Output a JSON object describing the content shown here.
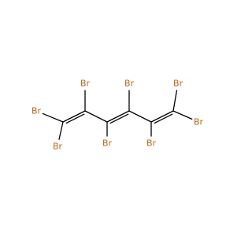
{
  "molecule": {
    "atom_color": "#b5651d",
    "bond_color": "#000000",
    "carbons": [
      "C1",
      "C2",
      "C3",
      "C4",
      "C5",
      "C6"
    ],
    "atoms": [
      {
        "id": "br1a",
        "element": "Br",
        "label": "Br"
      },
      {
        "id": "br1b",
        "element": "Br",
        "label": "Br"
      },
      {
        "id": "br2",
        "element": "Br",
        "label": "Br"
      },
      {
        "id": "br3",
        "element": "Br",
        "label": "Br"
      },
      {
        "id": "br4",
        "element": "Br",
        "label": "Br"
      },
      {
        "id": "br5",
        "element": "Br",
        "label": "Br"
      },
      {
        "id": "br6a",
        "element": "Br",
        "label": "Br"
      },
      {
        "id": "br6b",
        "element": "Br",
        "label": "Br"
      }
    ],
    "bonds": [
      {
        "from": "C1",
        "to": "C2",
        "order": 2
      },
      {
        "from": "C2",
        "to": "C3",
        "order": 1
      },
      {
        "from": "C3",
        "to": "C4",
        "order": 2
      },
      {
        "from": "C4",
        "to": "C5",
        "order": 1
      },
      {
        "from": "C5",
        "to": "C6",
        "order": 2
      },
      {
        "from": "C1",
        "to": "br1a",
        "order": 1
      },
      {
        "from": "C1",
        "to": "br1b",
        "order": 1
      },
      {
        "from": "C2",
        "to": "br2",
        "order": 1
      },
      {
        "from": "C3",
        "to": "br3",
        "order": 1
      },
      {
        "from": "C4",
        "to": "br4",
        "order": 1
      },
      {
        "from": "C5",
        "to": "br5",
        "order": 1
      },
      {
        "from": "C6",
        "to": "br6a",
        "order": 1
      },
      {
        "from": "C6",
        "to": "br6b",
        "order": 1
      }
    ]
  }
}
